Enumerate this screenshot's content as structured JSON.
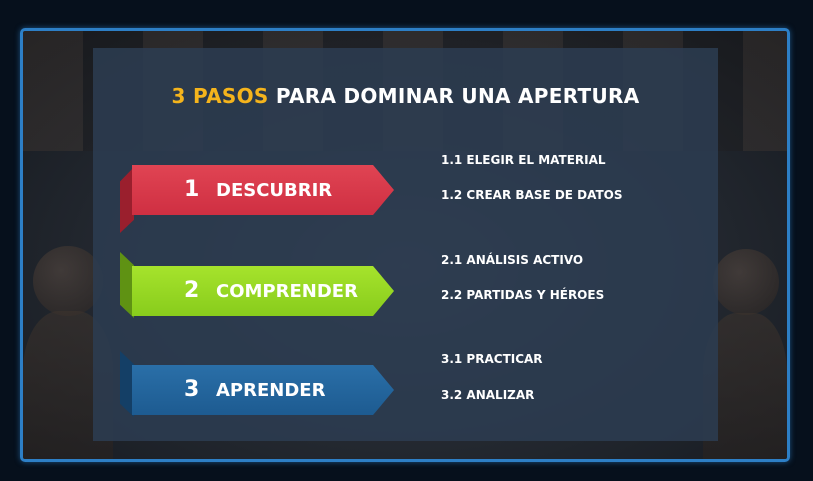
{
  "title": {
    "accent": "3 PASOS",
    "rest": " PARA DOMINAR UNA APERTURA"
  },
  "steps": [
    {
      "number": "1",
      "label": "DESCUBRIR",
      "color": "#d93a4b",
      "items": [
        "1.1 ELEGIR EL MATERIAL",
        "1.2 CREAR BASE DE DATOS"
      ]
    },
    {
      "number": "2",
      "label": "COMPRENDER",
      "color": "#9bd926",
      "items": [
        "2.1 ANÁLISIS ACTIVO",
        "2.2 PARTIDAS Y HÉROES"
      ]
    },
    {
      "number": "3",
      "label": "APRENDER",
      "color": "#2366a0",
      "items": [
        "3.1 PRACTICAR",
        "3.2 ANALIZAR"
      ]
    }
  ],
  "colors": {
    "accent": "#f5b41c",
    "frame_border": "#2d7fc6",
    "panel": "#2c3c52"
  }
}
